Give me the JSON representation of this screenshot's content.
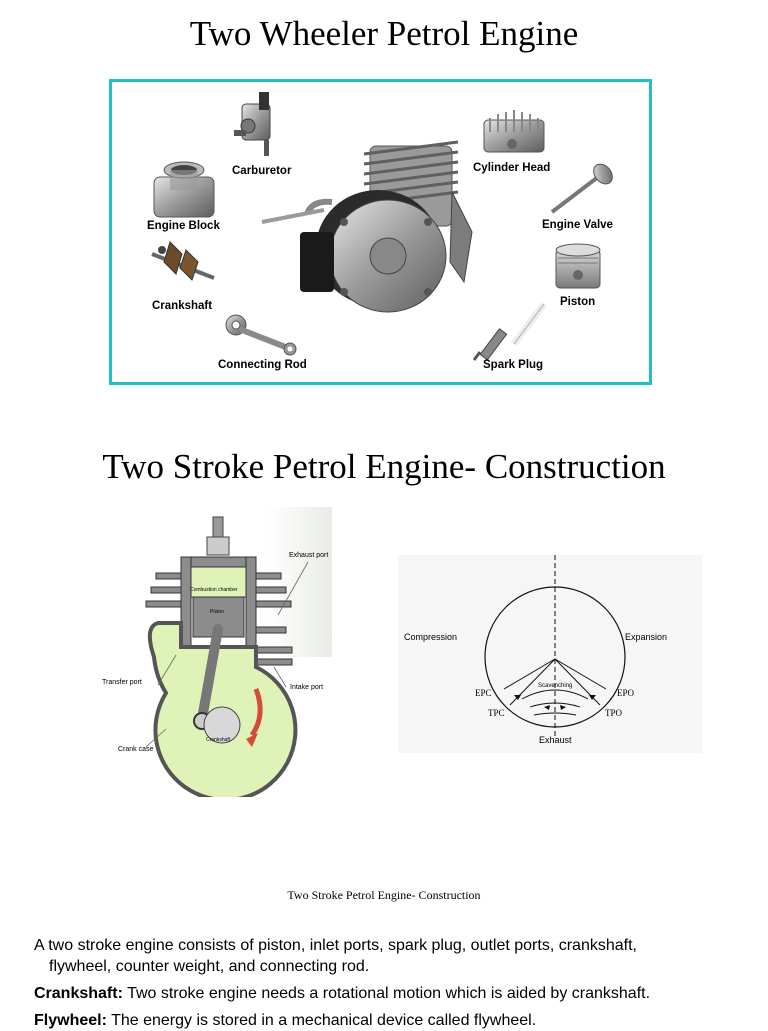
{
  "titles": {
    "main": "Two Wheeler Petrol Engine",
    "construction": "Two Stroke Petrol Engine- Construction"
  },
  "parts_figure": {
    "labels": {
      "carburetor": "Carburetor",
      "cylinder_head": "Cylinder Head",
      "engine_block": "Engine Block",
      "engine_valve": "Engine Valve",
      "crankshaft": "Crankshaft",
      "piston": "Piston",
      "connecting_rod": "Connecting Rod",
      "spark_plug": "Spark Plug"
    },
    "border_color": "#1fbfc9"
  },
  "engine_diagram": {
    "labels": {
      "exhaust_port": "Exhaust port",
      "combustion_chamber": "Combustion chamber",
      "piston": "Piston",
      "transfer_port": "Transfer port",
      "intake_port": "Intake port",
      "crank_case": "Crank case",
      "crankshaft": "Crankshaft"
    },
    "fill_color": "#dff3b8"
  },
  "timing_diagram": {
    "labels": {
      "compression": "Compression",
      "expansion": "Expansion",
      "epc": "EPC",
      "epo": "EPO",
      "tpc": "TPC",
      "tpo": "TPO",
      "scavenching": "Scavenching",
      "exhaust": "Exhaust"
    }
  },
  "caption": "Two Stroke Petrol Engine- Construction",
  "paragraphs": {
    "p1_line1": "A two stroke engine consists of piston, inlet ports, spark plug, outlet ports, crankshaft,",
    "p1_line2": "flywheel, counter weight, and connecting rod.",
    "p2_term": "Crankshaft:",
    "p2_text": " Two stroke engine needs a rotational motion which is aided by crankshaft.",
    "p3_term": "Flywheel:",
    "p3_text": " The energy is stored in a mechanical device called flywheel."
  }
}
